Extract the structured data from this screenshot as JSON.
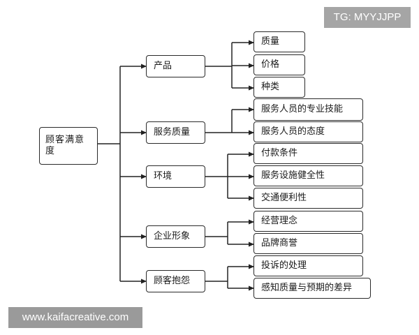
{
  "badge": "TG: MYYJJPP",
  "watermark": "www.kaifacreative.com",
  "root": "顾客满意度",
  "categories": [
    {
      "label": "产品",
      "children": [
        "质量",
        "价格",
        "种类"
      ]
    },
    {
      "label": "服务质量",
      "children": [
        "服务人员的专业技能",
        "服务人员的态度"
      ]
    },
    {
      "label": "环境",
      "children": [
        "付款条件",
        "服务设施健全性",
        "交通便利性"
      ]
    },
    {
      "label": "企业形象",
      "children": [
        "经营理念",
        "品牌商誉"
      ]
    },
    {
      "label": "顾客抱怨",
      "children": [
        "投诉的处理",
        "感知质量与预期的差异"
      ]
    }
  ]
}
